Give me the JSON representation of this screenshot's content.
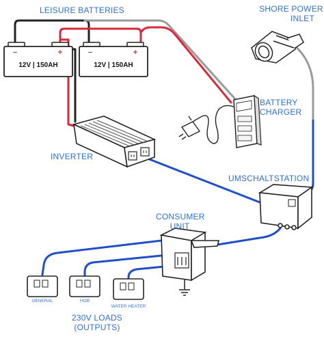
{
  "labels": {
    "leisure_batteries": "LEISURE BATTERIES",
    "shore_power_line1": "SHORE POWER",
    "shore_power_line2": "INLET",
    "battery_charger_line1": "BATTERY",
    "battery_charger_line2": "CHARGER",
    "inverter": "INVERTER",
    "umschaltstation": "UMSCHALTSTATION",
    "consumer_unit_line1": "CONSUMER",
    "consumer_unit_line2": "UNIT",
    "loads_line1": "230V LOADS",
    "loads_line2": "(OUTPUTS)"
  },
  "batteries": [
    {
      "label": "12V | 150AH",
      "minus": "−",
      "plus": "+"
    },
    {
      "label": "12V | 150AH",
      "minus": "−",
      "plus": "+"
    }
  ],
  "sockets": [
    {
      "label": "GENERAL"
    },
    {
      "label": "HOB"
    },
    {
      "label": "WATER HEATER"
    }
  ],
  "colors": {
    "label_blue": "#2e6fd0",
    "wire_blue": "#1f4fc8",
    "wire_red": "#d8283a",
    "wire_black": "#222222",
    "wire_grey": "#9a9a9a"
  }
}
